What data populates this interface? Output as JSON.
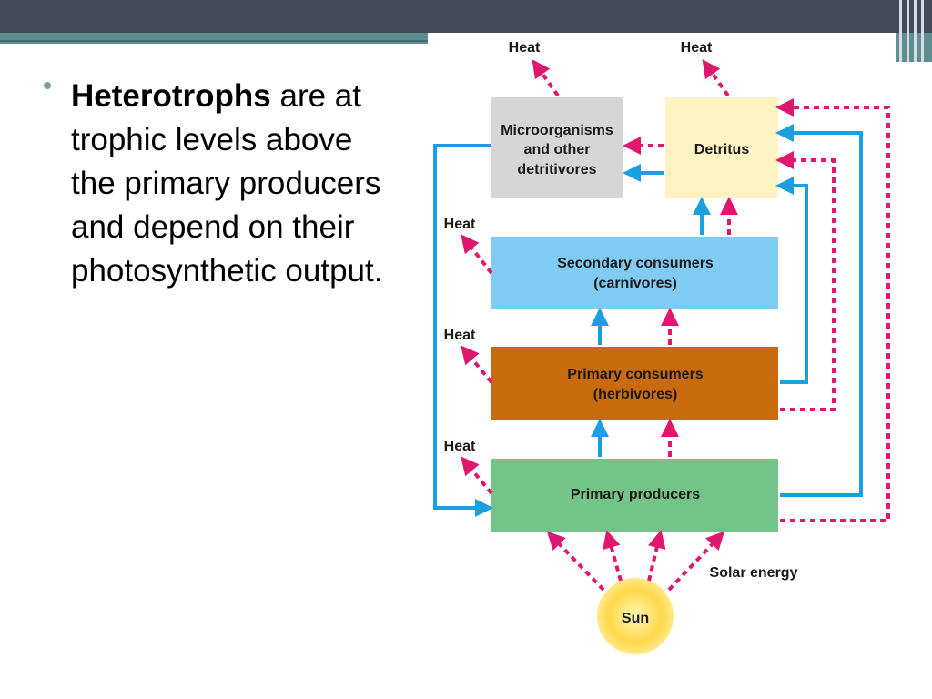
{
  "slide": {
    "bullet_bold": "Heterotrophs",
    "bullet_rest": " are at trophic levels above the primary producers and depend on their photosynthetic output."
  },
  "diagram": {
    "boxes": {
      "microorganisms_line1": "Microorganisms",
      "microorganisms_line2": "and other",
      "microorganisms_line3": "detritivores",
      "detritus": "Detritus",
      "secondary_line1": "Secondary consumers",
      "secondary_line2": "(carnivores)",
      "primary_consumers_line1": "Primary consumers",
      "primary_consumers_line2": "(herbivores)",
      "primary_producers": "Primary producers",
      "sun": "Sun"
    },
    "labels": {
      "heat": "Heat",
      "solar_energy": "Solar energy"
    },
    "colors": {
      "microorganisms": "#d6d6d6",
      "detritus": "#fff3c4",
      "secondary": "#7fcbf3",
      "primary_consumers": "#c96a0c",
      "primary_producers": "#74c48a",
      "sun": "#ffd84a",
      "energy_arrow": "#e0176f",
      "chemical_arrow": "#1aa0e0"
    }
  }
}
